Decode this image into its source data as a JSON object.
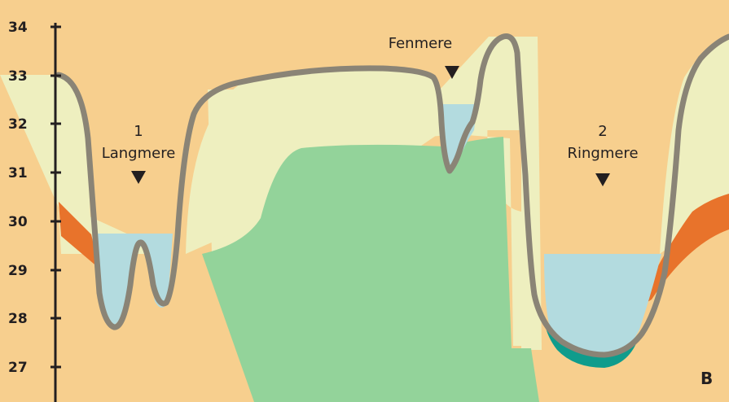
{
  "axis": {
    "ticks": [
      "34",
      "33",
      "32",
      "31",
      "30",
      "29",
      "28",
      "27"
    ]
  },
  "lakes": [
    {
      "number": "1",
      "name": "Langmere"
    },
    {
      "number": "",
      "name": "Fenmere"
    },
    {
      "number": "2",
      "name": "Ringmere"
    }
  ],
  "panel_label": "B",
  "colors": {
    "sand": "#f7cf8e",
    "pale_soil": "#eeefbf",
    "green_fill": "#93d39a",
    "orange_layer": "#e8732b",
    "water": "#b3dbdf",
    "teal_sediment": "#0f9c8c",
    "surface_line": "#8a8476",
    "axis_line": "#231f20"
  }
}
